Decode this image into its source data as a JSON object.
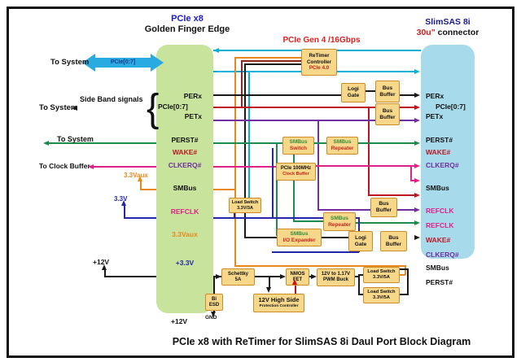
{
  "header": {
    "left_line1": "PCIe x8",
    "left_line2": "Golden Finger Edge",
    "mid_title": "PCIe Gen 4 /16Gbps",
    "right_line1": "SlimSAS 8i",
    "right_accent": "30u\"",
    "right_rest": " connector"
  },
  "left_block": {
    "pins": [
      {
        "label": "PERx",
        "color": "black"
      },
      {
        "label": "PCIe[0:7]",
        "color": "black"
      },
      {
        "label": "PETx",
        "color": "black"
      },
      {
        "label": "PERST#",
        "color": "black"
      },
      {
        "label": "WAKE#",
        "color": "red"
      },
      {
        "label": "CLKERQ#",
        "color": "purple"
      },
      {
        "label": "SMBus",
        "color": "black"
      },
      {
        "label": "REFCLK",
        "color": "pink"
      },
      {
        "label": "3.3Vaux",
        "color": "orange"
      },
      {
        "label": "+3.3V",
        "color": "navy"
      },
      {
        "label": "+12V",
        "color": "black"
      }
    ]
  },
  "right_block": {
    "pins": [
      {
        "label": "PERx",
        "color": "black"
      },
      {
        "label": "PCIe[0:7]",
        "color": "black"
      },
      {
        "label": "PETx",
        "color": "black"
      },
      {
        "label": "PERST#",
        "color": "black"
      },
      {
        "label": "WAKE#",
        "color": "red"
      },
      {
        "label": "CLKERQ#",
        "color": "purple"
      },
      {
        "label": "SMBus",
        "color": "black"
      },
      {
        "label": "REFCLK",
        "color": "pink"
      },
      {
        "label": "REFCLK",
        "color": "pink"
      },
      {
        "label": "WAKE#",
        "color": "red"
      },
      {
        "label": "CLKERQ#",
        "color": "purple"
      },
      {
        "label": "SMBus",
        "color": "black"
      },
      {
        "label": "PERST#",
        "color": "black"
      }
    ]
  },
  "boxes": {
    "retimer": {
      "line1": "ReTimer",
      "line2": "Controller",
      "line3": "PCIe 4.0"
    },
    "logi_gate_top": {
      "line1": "Logi",
      "line2": "Gate"
    },
    "bus_buffer_top1": {
      "line1": "Bus",
      "line2": "Buffer"
    },
    "bus_buffer_top2": {
      "line1": "Bus",
      "line2": "Buffer"
    },
    "smbus_switch": {
      "line1": "SMBus",
      "line2": "Switch"
    },
    "smbus_repeater_top": {
      "line1": "SMBus",
      "line2": "Repeater"
    },
    "clock_buffer": {
      "line1": "PCIe 100MHz",
      "line2": "Clock Buffer"
    },
    "load_switch_3a": {
      "line1": "Load Switch",
      "line2": "3.3V/3A"
    },
    "bus_buffer_mid": {
      "line1": "Bus",
      "line2": "Buffer"
    },
    "smbus_repeater_bot": {
      "line1": "SMBus",
      "line2": "Repeater"
    },
    "smbus_io_expander": {
      "line1": "SMBus",
      "line2": "I/O Expander"
    },
    "logi_gate_bot": {
      "line1": "Logi",
      "line2": "Gate"
    },
    "bus_buffer_bot": {
      "line1": "Bus",
      "line2": "Buffer"
    },
    "schottky": {
      "line1": "Schettky",
      "line2": "5A"
    },
    "bi_esd": {
      "line1": "Bi",
      "line2": "ESD"
    },
    "hs_protection": {
      "line1": "12V High Side",
      "line2": "Protection Controller"
    },
    "nmos_fet": {
      "line1": "NMOS",
      "line2": "FET"
    },
    "pwm_buck": {
      "line1": "12V to 1.17V",
      "line2": "PWM Buck"
    },
    "load_switch_5a_1": {
      "line1": "Load Switch",
      "line2": "3.3V/5A"
    },
    "load_switch_5a_2": {
      "line1": "Load Switch",
      "line2": "3.3V/5A"
    }
  },
  "annotations": {
    "to_system_pcie": "To System",
    "pcie_bus_label": "PCIe[0:7]",
    "side_band": "Side Band signals",
    "to_system_sideband": "To System",
    "to_system_smbus": "To System",
    "to_clock_buffer": "To Clock Buffer",
    "v33aux": "3.3Vaux",
    "v33": "3.3V",
    "v12": "+12V",
    "gnd": "GND",
    "brace": "{"
  },
  "footer": {
    "title": "PCIe x8 with ReTimer for SlimSAS 8i Daul Port Block Diagram"
  },
  "colors": {
    "pcie_lane_cyan": "#00b0d8",
    "perst_black": "#1a1a1a",
    "wake_red": "#bd1622",
    "clkerq_purple": "#7030a0",
    "smbus_green": "#1d8a4e",
    "refclk_pink": "#e0218a",
    "aux_orange": "#e8891d",
    "v33_navy": "#2626a8",
    "big_arrow_blue": "#29abe2",
    "golden_finger_fill": "#c8e39b",
    "connector_fill": "#a7dbec",
    "function_box_fill": "#f7d78a",
    "function_box_border": "#cc8c2a",
    "title_blue": "#1c1ccf",
    "title_red": "#e02020"
  }
}
